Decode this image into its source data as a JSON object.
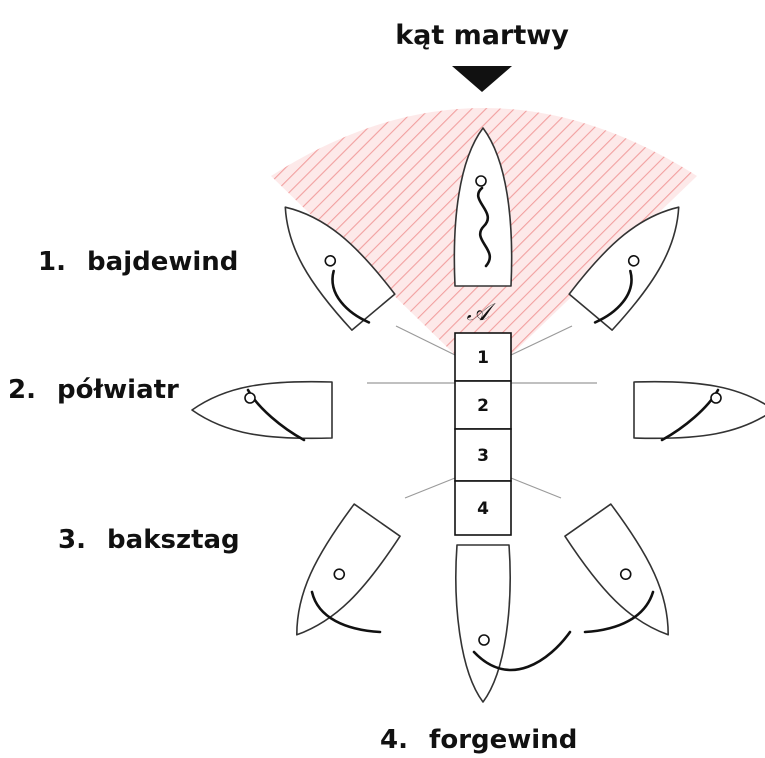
{
  "title": "kąt martwy",
  "zone_color": "#f2a0a0",
  "boats_marker": "𝒜",
  "courses": [
    {
      "number": "1.",
      "name": "bajdewind"
    },
    {
      "number": "2.",
      "name": "półwiatr"
    },
    {
      "number": "3.",
      "name": "baksztag"
    },
    {
      "number": "4.",
      "name": "forgewind"
    }
  ],
  "course_numbers": [
    "1",
    "2",
    "3",
    "4"
  ]
}
